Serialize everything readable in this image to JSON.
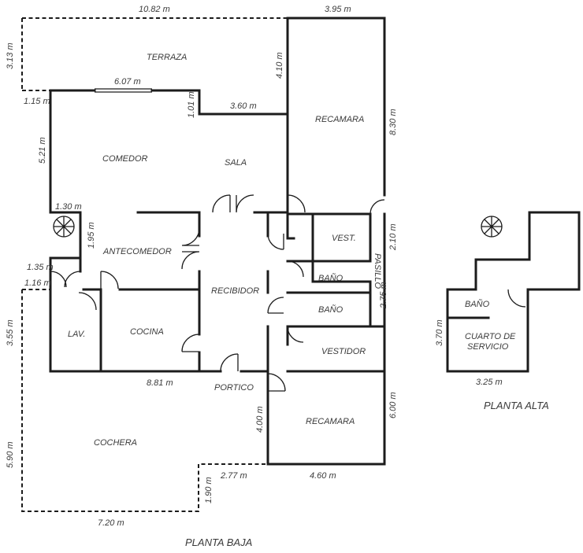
{
  "rooms": {
    "terraza": "TERRAZA",
    "recamara_top": "RECAMARA",
    "comedor": "COMEDOR",
    "sala": "SALA",
    "vest_top": "VEST.",
    "antecomedor": "ANTECOMEDOR",
    "bano_1": "BAÑO",
    "pasillo": "PASILLO",
    "recibidor": "RECIBIDOR",
    "bano_2": "BAÑO",
    "lav": "LAV.",
    "cocina": "COCINA",
    "vestidor": "VESTIDOR",
    "portico": "PORTICO",
    "recamara_bottom": "RECAMARA",
    "cochera": "COCHERA",
    "bano_alta": "BAÑO",
    "cuarto_servicio_1": "CUARTO DE",
    "cuarto_servicio_2": "SERVICIO"
  },
  "dimensions": {
    "terrace_width": "10.82 m",
    "recamara_width": "3.95 m",
    "terrace_depth": "3.13 m",
    "recamara_wall_410": "4.10 m",
    "comedor_width": "6.07 m",
    "offset_115": "1.15 m",
    "sala_step_101": "1.01 m",
    "sala_width": "3.60 m",
    "recamara_depth": "8.30 m",
    "comedor_depth": "5.21 m",
    "offset_130": "1.30 m",
    "offset_195": "1.95 m",
    "vest_210": "2.10 m",
    "offset_135": "1.35 m",
    "offset_116": "1.16 m",
    "pasillo_275": "2.75 m",
    "kitchen_depth": "3.55 m",
    "main_width": "8.81 m",
    "portico_400": "4.00 m",
    "recamara2_depth": "6.00 m",
    "cochera_depth": "5.90 m",
    "cochera_step": "2.77 m",
    "recamara2_width": "4.60 m",
    "cochera_step_depth": "1.90 m",
    "cochera_width": "7.20 m",
    "alta_depth": "3.70 m",
    "alta_width": "3.25 m"
  },
  "titles": {
    "planta_baja": "PLANTA BAJA",
    "planta_alta": "PLANTA ALTA"
  }
}
